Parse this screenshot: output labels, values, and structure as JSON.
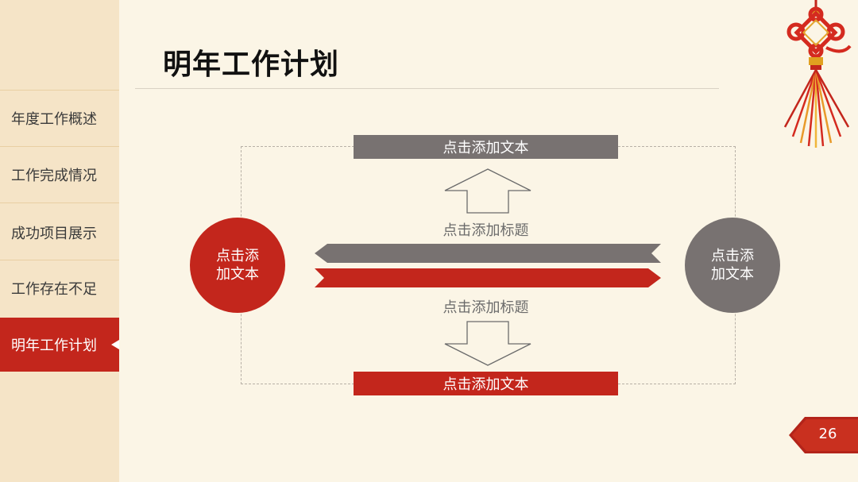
{
  "sidebar": {
    "items": [
      {
        "label": "年度工作概述"
      },
      {
        "label": "工作完成情况"
      },
      {
        "label": "成功项目展示"
      },
      {
        "label": "工作存在不足"
      },
      {
        "label": "明年工作计划"
      }
    ],
    "active_index": 4
  },
  "slide": {
    "title": "明年工作计划",
    "top_bar_text": "点击添加文本",
    "bottom_bar_text": "点击添加文本",
    "heading_upper": "点击添加标题",
    "heading_lower": "点击添加标题",
    "left_circle_text": "点击添加文本",
    "right_circle_text": "点击添加文本",
    "page_number": "26"
  },
  "colors": {
    "accent_red": "#c3261c",
    "accent_gray": "#787271",
    "background": "#fbf5e6",
    "sidebar": "#f5e4c7"
  },
  "icons": [
    "chinese-knot-icon",
    "up-arrow-icon",
    "down-arrow-icon",
    "left-ribbon-arrow-icon",
    "right-ribbon-arrow-icon",
    "page-tag-icon"
  ]
}
